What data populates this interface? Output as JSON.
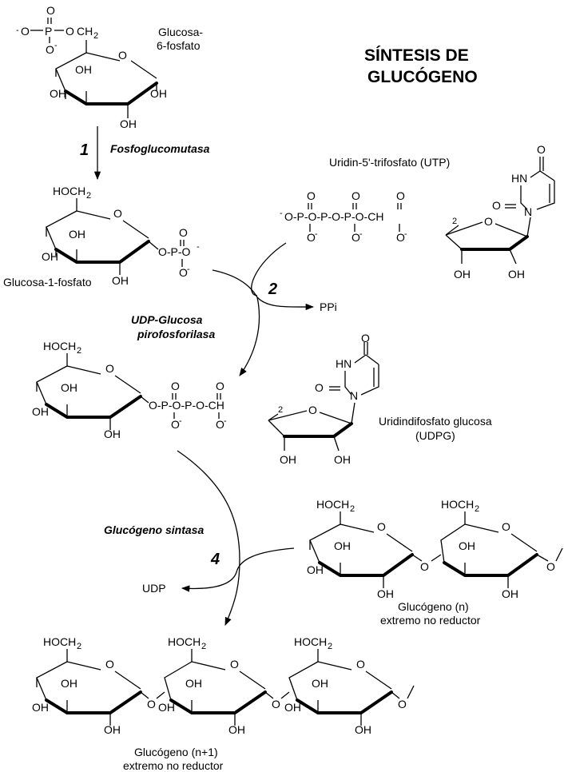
{
  "title": {
    "line1": "SÍNTESIS DE",
    "line2": "GLUCÓGENO"
  },
  "enzymes": {
    "e1": "Fosfoglucomutasa",
    "e2a": "UDP-Glucosa",
    "e2b": "pirofosforilasa",
    "e4": "Glucógeno sintasa"
  },
  "steps": {
    "s1": "1",
    "s2": "2",
    "s4": "4"
  },
  "compounds": {
    "g6p_a": "Glucosa-",
    "g6p_b": "6-fosfato",
    "g1p": "Glucosa-1-fosfato",
    "utp": "Uridin-5'-trifosfato (UTP)",
    "ppi": "PPi",
    "udpg_a": "Uridindifosfato glucosa",
    "udpg_b": "(UDPG)",
    "udp": "UDP",
    "glyn_a": "Glucógeno (n)",
    "glyn_b": "extremo no reductor",
    "glyn1_a": "Glucógeno (n+1)",
    "glyn1_b": "extremo no reductor"
  },
  "atoms": {
    "OH": "OH",
    "HOCH2": "HOCH",
    "sub2": "2",
    "O": "O",
    "P": "P",
    "Om": "O",
    "minus": "-",
    "CH2": "O-CH",
    "HN": "HN",
    "N": "N",
    "oc": "O",
    "ring_O": "O"
  }
}
